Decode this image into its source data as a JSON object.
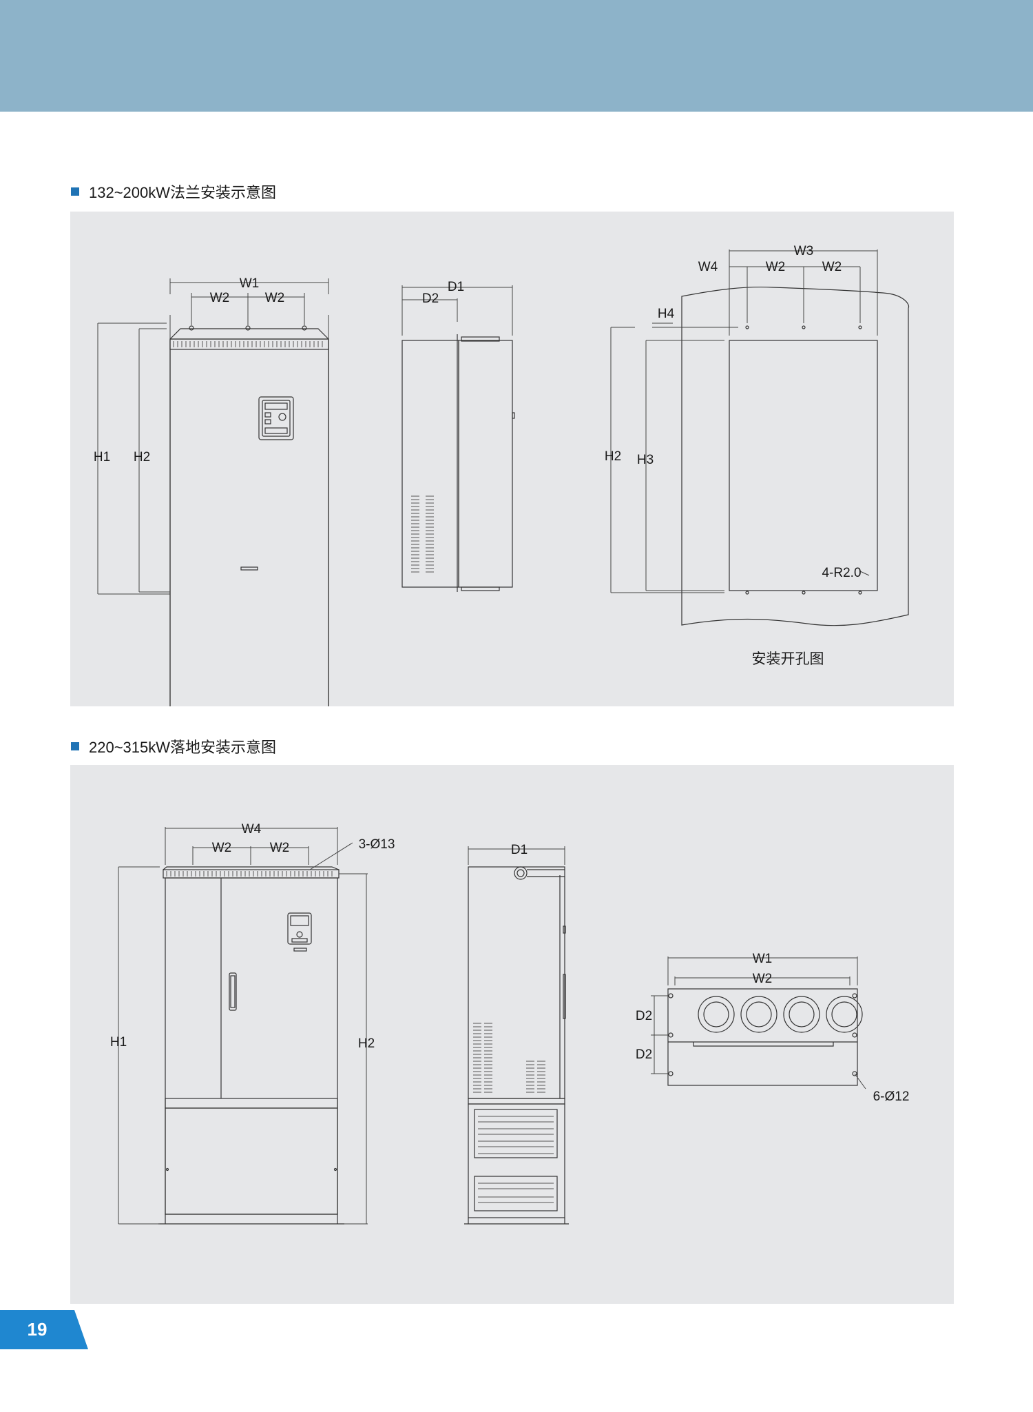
{
  "sections": [
    {
      "title": "132~200kW法兰安装示意图",
      "front": {
        "w1": "W1",
        "w2a": "W2",
        "w2b": "W2",
        "h1": "H1",
        "h2": "H2"
      },
      "side": {
        "d1": "D1",
        "d2": "D2"
      },
      "cutout": {
        "w3": "W3",
        "w4": "W4",
        "w2a": "W2",
        "w2b": "W2",
        "h4": "H4",
        "h2": "H2",
        "h3": "H3",
        "radius": "4-R2.0",
        "caption": "安装开孔图"
      }
    },
    {
      "title": "220~315kW落地安装示意图",
      "front": {
        "w4": "W4",
        "w2a": "W2",
        "w2b": "W2",
        "holes": "3-Ø13",
        "h1": "H1",
        "h2": "H2"
      },
      "side": {
        "d1": "D1"
      },
      "base": {
        "w1": "W1",
        "w2": "W2",
        "d2a": "D2",
        "d2b": "D2",
        "holes": "6-Ø12"
      }
    }
  ],
  "footer": {
    "page_number": "19"
  },
  "colors": {
    "header_band": "#8db3c9",
    "panel": "#e6e7e9",
    "bullet": "#1f73b5",
    "page_tab": "#1f87d0"
  }
}
